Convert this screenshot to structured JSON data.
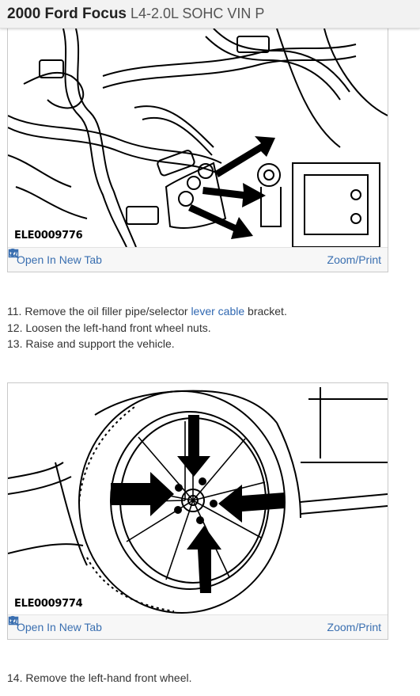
{
  "header": {
    "vehicle": "2000 Ford Focus",
    "engine": "L4-2.0L SOHC VIN P"
  },
  "figures": [
    {
      "caption": "ELE0009776",
      "open_label": "Open In New Tab",
      "zoom_label": "Zoom/Print",
      "open_icon": "open-tab-icon",
      "zoom_icon": "magnifier-icon"
    },
    {
      "caption": "ELE0009774",
      "open_label": "Open In New Tab",
      "zoom_label": "Zoom/Print",
      "open_icon": "open-tab-icon",
      "zoom_icon": "magnifier-icon"
    }
  ],
  "steps_block_1": [
    {
      "number": "11.",
      "text_before": "Remove the oil filler pipe/selector ",
      "link": "lever cable",
      "text_after": " bracket."
    },
    {
      "number": "12.",
      "text": "Loosen the left-hand front wheel nuts."
    },
    {
      "number": "13.",
      "text": "Raise and support the vehicle."
    }
  ],
  "steps_block_2": [
    {
      "number": "14.",
      "text": "Remove the left-hand front wheel."
    }
  ],
  "colors": {
    "link": "#2f67b1",
    "toolbar_text": "#3a6fb0",
    "header_bg": "#f2f2f2"
  }
}
